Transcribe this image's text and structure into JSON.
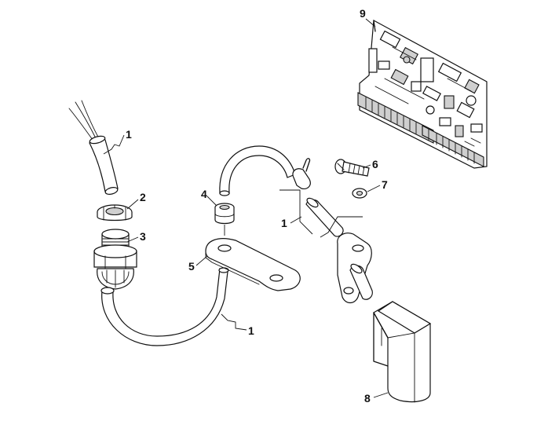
{
  "diagram": {
    "callouts": {
      "cable_top": "1",
      "cable_bottom": "1",
      "cable_probe": "1",
      "nut": "2",
      "gland": "3",
      "grommet": "4",
      "bracket": "5",
      "screw": "6",
      "washer": "7",
      "cover": "8",
      "board": "9"
    }
  }
}
